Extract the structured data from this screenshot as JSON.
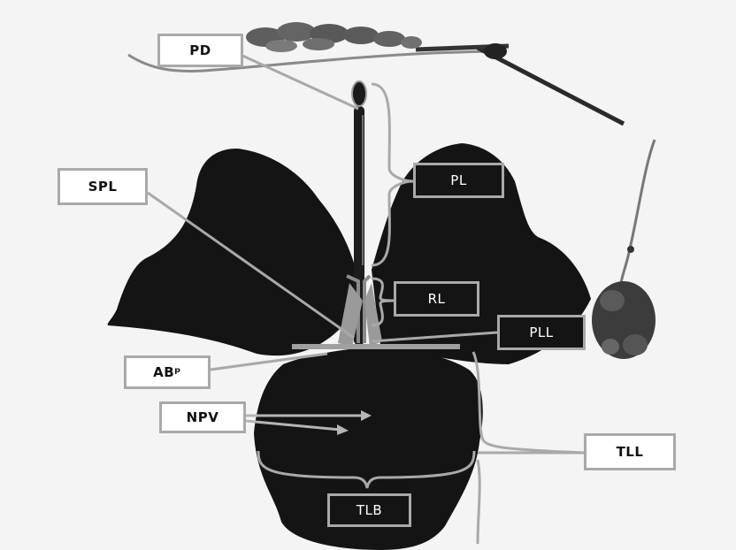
{
  "labels": {
    "pd": "PD",
    "pl": "PL",
    "spl": "SPL",
    "rl": "RL",
    "pll": "PLL",
    "abp": "ABᵖ",
    "npv": "NPV",
    "tll": "TLL",
    "tlb": "TLB"
  },
  "colors": {
    "background": "#f4f4f4",
    "leaf": "#141414",
    "callout_border": "#a9a9a9",
    "label_text_light": "#111111",
    "label_text_dark": "#ffffff"
  }
}
